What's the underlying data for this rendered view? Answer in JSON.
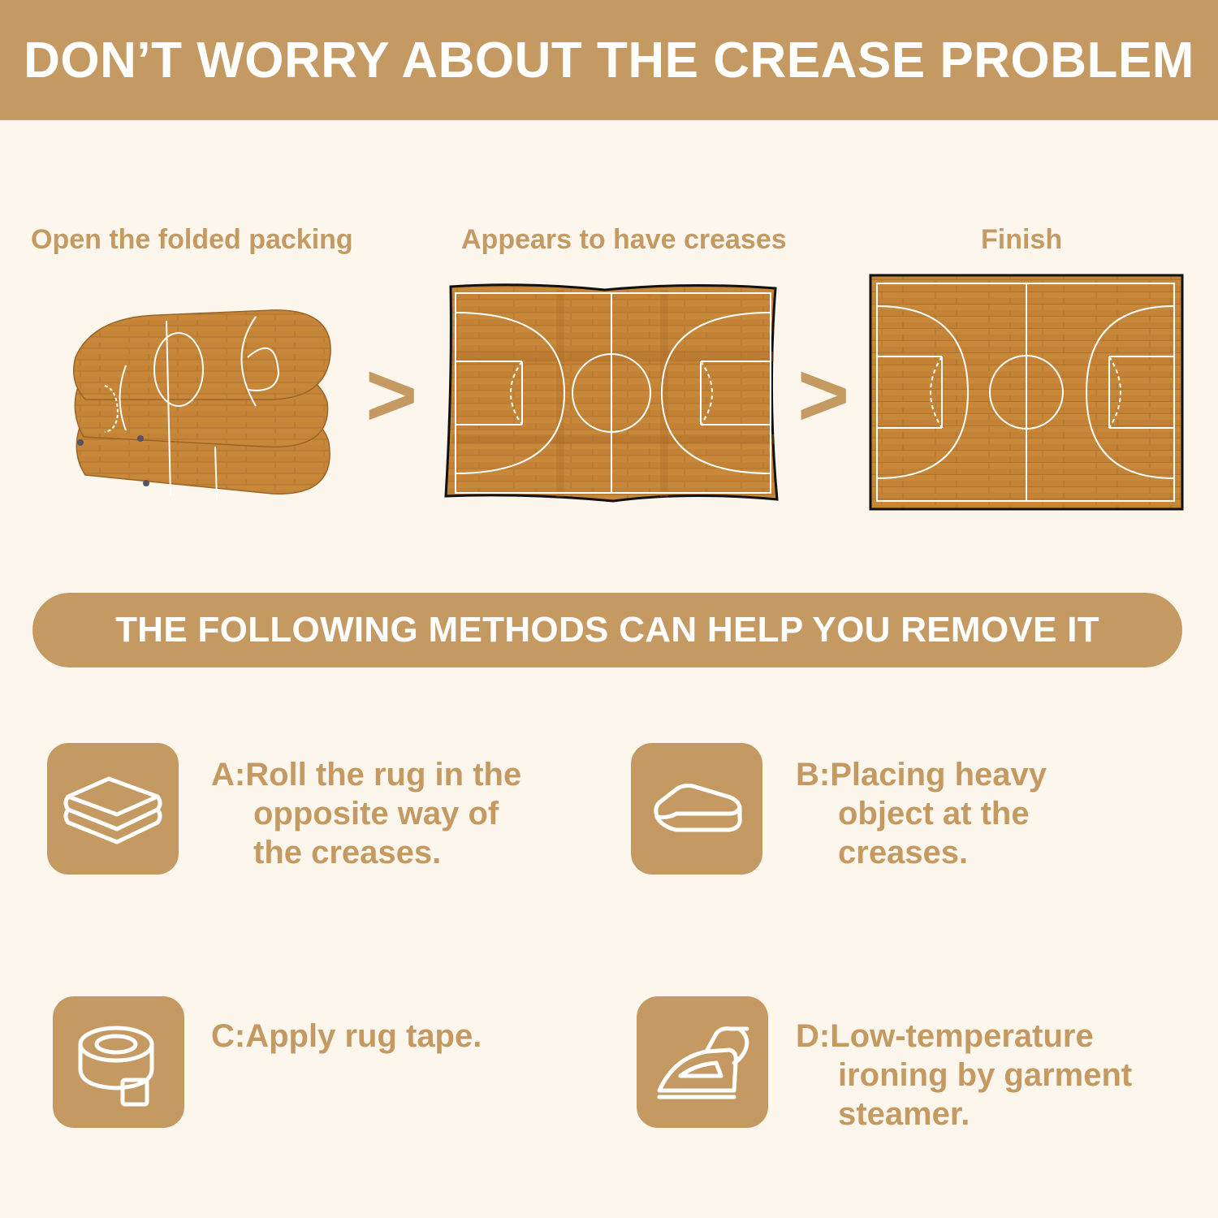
{
  "header": {
    "title": "DON’T WORRY ABOUT THE CREASE PROBLEM"
  },
  "steps": [
    {
      "label": "Open the folded packing"
    },
    {
      "label": "Appears to have creases"
    },
    {
      "label": "Finish"
    }
  ],
  "arrow_glyph": ">",
  "banner": {
    "text": "THE FOLLOWING METHODS CAN HELP YOU REMOVE IT"
  },
  "methods": [
    {
      "prefix": "A:",
      "lines": [
        "Roll the rug in the",
        "opposite way of",
        "the creases."
      ],
      "icon": "stacked-towels-icon"
    },
    {
      "prefix": "B:",
      "lines": [
        "Placing heavy",
        "object at the",
        "creases."
      ],
      "icon": "folded-towel-icon"
    },
    {
      "prefix": "C:",
      "lines": [
        "Apply rug tape."
      ],
      "icon": "tape-roll-icon"
    },
    {
      "prefix": "D:",
      "lines": [
        "Low-temperature",
        "ironing by garment",
        "steamer."
      ],
      "icon": "iron-icon"
    }
  ],
  "colors": {
    "accent": "#c49a62",
    "background": "#fcf6ec",
    "wood": "#c8883a",
    "line": "#ffffff"
  }
}
